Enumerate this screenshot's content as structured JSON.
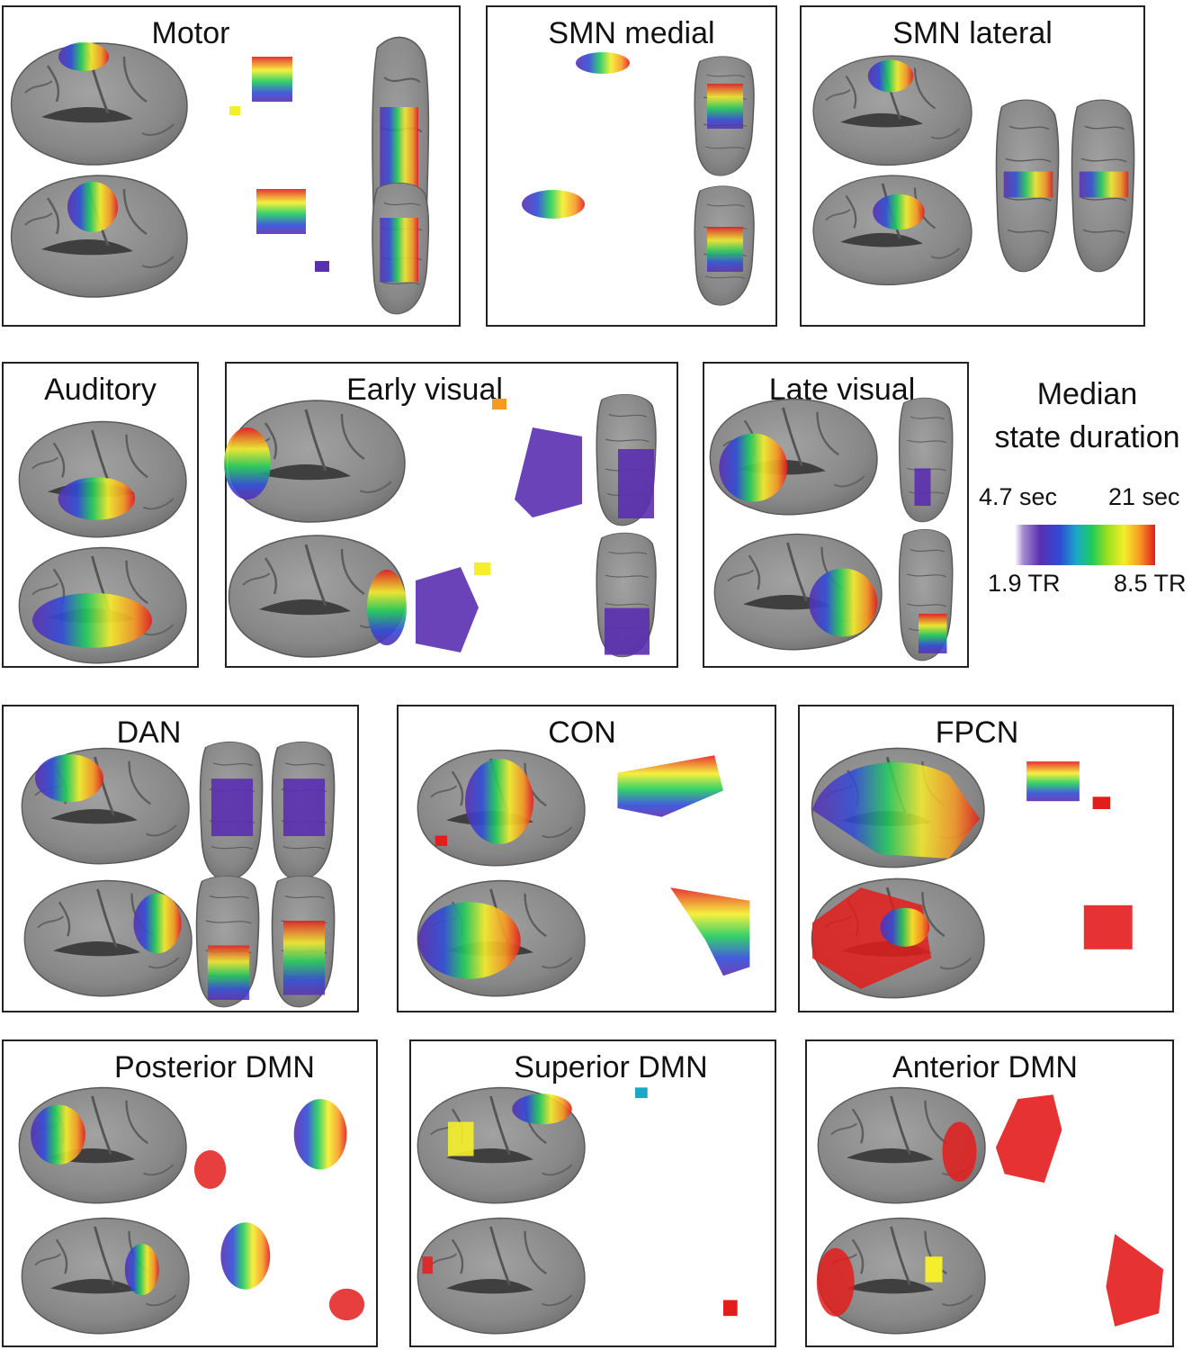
{
  "panels": [
    {
      "id": "motor",
      "title": "Motor"
    },
    {
      "id": "smn-medial",
      "title": "SMN medial"
    },
    {
      "id": "smn-lateral",
      "title": "SMN lateral"
    },
    {
      "id": "auditory",
      "title": "Auditory"
    },
    {
      "id": "early-visual",
      "title": "Early visual"
    },
    {
      "id": "late-visual",
      "title": "Late visual"
    },
    {
      "id": "dan",
      "title": "DAN"
    },
    {
      "id": "con",
      "title": "CON"
    },
    {
      "id": "fpcn",
      "title": "FPCN"
    },
    {
      "id": "posterior-dmn",
      "title": "Posterior DMN"
    },
    {
      "id": "superior-dmn",
      "title": "Superior DMN"
    },
    {
      "id": "anterior-dmn",
      "title": "Anterior DMN"
    }
  ],
  "legend": {
    "title_line1": "Median",
    "title_line2": "state duration",
    "min_sec": "4.7 sec",
    "max_sec": "21 sec",
    "min_tr": "1.9 TR",
    "max_tr": "8.5 TR",
    "colormap": [
      "#ffffff",
      "#5a2fb0",
      "#2f4bd8",
      "#1aa8c8",
      "#1fcc5a",
      "#9be01e",
      "#f5ee2a",
      "#f79a22",
      "#e31c1c"
    ]
  },
  "colors": {
    "cortex": "#8c8c8c",
    "medial_wall": "#bdbdbd",
    "frame": "#222222"
  }
}
